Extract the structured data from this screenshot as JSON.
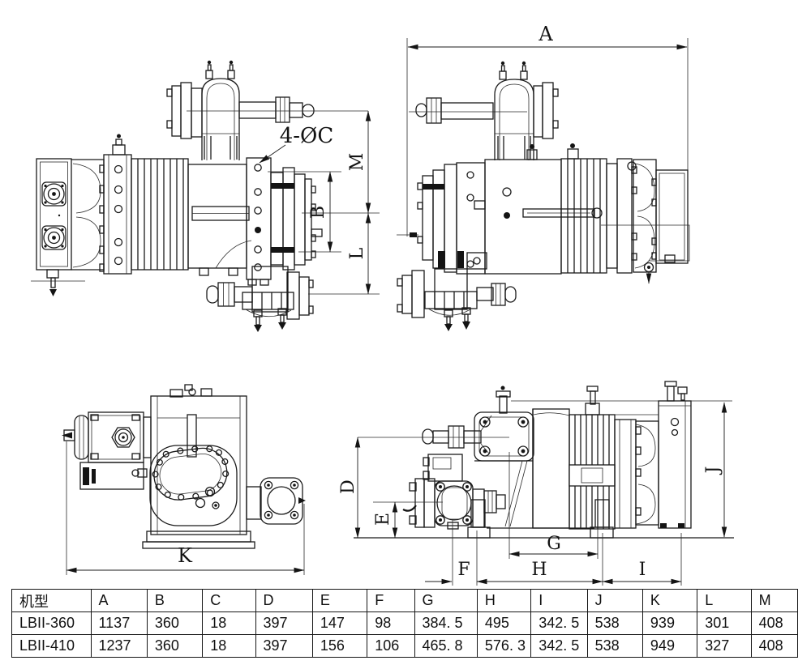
{
  "drawings": {
    "annotation": "4-ØC",
    "labels": {
      "A": "A",
      "B": "B",
      "D": "D",
      "E": "E",
      "F": "F",
      "G": "G",
      "H": "H",
      "I": "I",
      "J": "J",
      "K": "K",
      "L": "L",
      "M": "M"
    }
  },
  "table": {
    "headers": [
      "机型",
      "A",
      "B",
      "C",
      "D",
      "E",
      "F",
      "G",
      "H",
      "I",
      "J",
      "K",
      "L",
      "M"
    ],
    "rows": [
      {
        "cells": [
          "LBII-360",
          "1137",
          "360",
          "18",
          "397",
          "147",
          "98",
          "384. 5",
          "495",
          "342. 5",
          "538",
          "939",
          "301",
          "408"
        ]
      },
      {
        "cells": [
          "LBII-410",
          "1237",
          "360",
          "18",
          "397",
          "156",
          "106",
          "465. 8",
          "576. 3",
          "342. 5",
          "538",
          "949",
          "327",
          "408"
        ]
      }
    ]
  }
}
